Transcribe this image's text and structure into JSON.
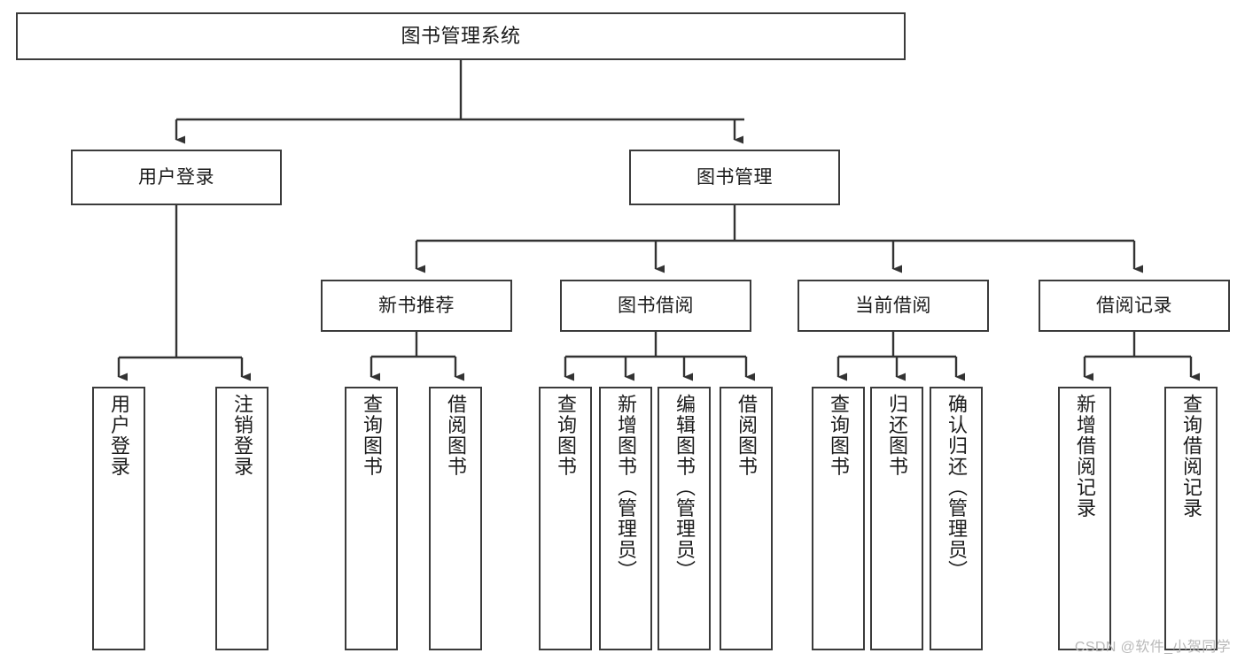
{
  "diagram": {
    "title": "图书管理系统",
    "type": "tree-hierarchy",
    "style": {
      "box_border_color": "#3b3b3b",
      "box_fill_color": "#ffffff",
      "line_color": "#333333",
      "text_color": "#1b1b1b",
      "background": "#ffffff"
    },
    "watermark": "CSDN @软件_小贺同学",
    "levels": {
      "level1": [
        "图书管理系统"
      ],
      "level2": [
        "用户登录",
        "图书管理"
      ],
      "level3": [
        "新书推荐",
        "图书借阅",
        "当前借阅",
        "借阅记录"
      ],
      "level4": [
        "用户登录",
        "注销登录",
        "查询图书",
        "借阅图书",
        "查询图书",
        "新增图书（管理员）",
        "编辑图书（管理员）",
        "借阅图书",
        "查询图书",
        "归还图书",
        "确认归还（管理员）",
        "新增借阅记录",
        "查询借阅记录"
      ]
    },
    "nodes": {
      "root": {
        "label": "图书管理系统"
      },
      "user_login": {
        "label": "用户登录"
      },
      "book_manage": {
        "label": "图书管理"
      },
      "new_book_rec": {
        "label": "新书推荐"
      },
      "book_borrow": {
        "label": "图书借阅"
      },
      "current_borrow": {
        "label": "当前借阅"
      },
      "borrow_record": {
        "label": "借阅记录"
      },
      "leaf_user_login": {
        "label": "用户登录"
      },
      "leaf_logout": {
        "label": "注销登录"
      },
      "leaf_query_book_a": {
        "label": "查询图书"
      },
      "leaf_borrow_book_a": {
        "label": "借阅图书"
      },
      "leaf_query_book_b": {
        "label": "查询图书"
      },
      "leaf_add_book": {
        "label": "新增图书（管理员）"
      },
      "leaf_edit_book": {
        "label": "编辑图书（管理员）"
      },
      "leaf_borrow_book_b": {
        "label": "借阅图书"
      },
      "leaf_query_book_c": {
        "label": "查询图书"
      },
      "leaf_return_book": {
        "label": "归还图书"
      },
      "leaf_confirm_return": {
        "label": "确认归还（管理员）"
      },
      "leaf_add_record": {
        "label": "新增借阅记录"
      },
      "leaf_query_record": {
        "label": "查询借阅记录"
      }
    }
  }
}
